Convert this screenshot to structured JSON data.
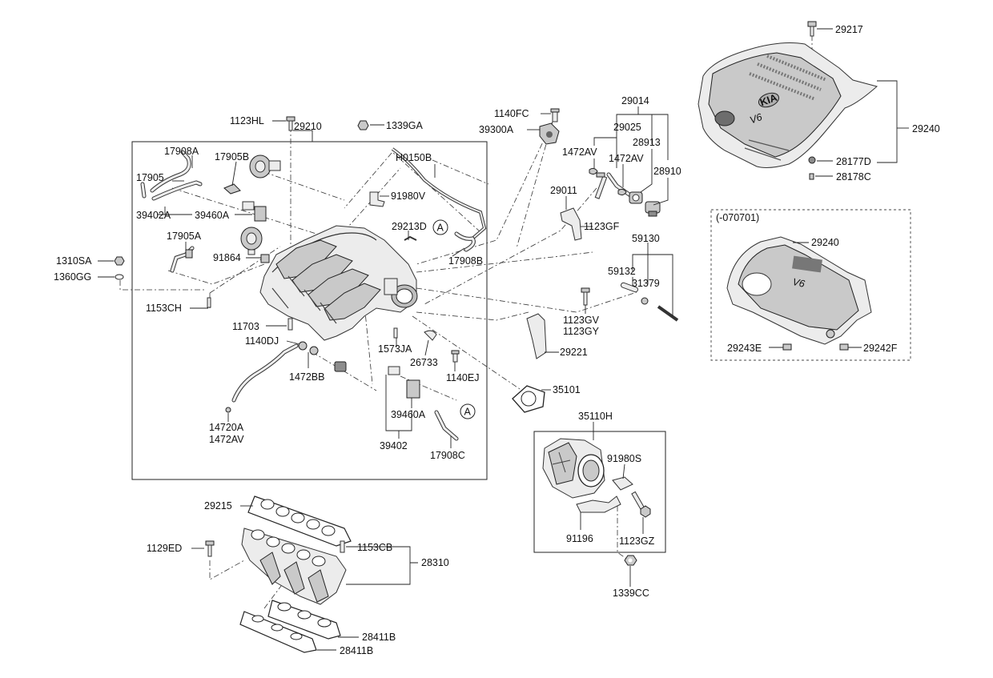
{
  "labels": {
    "l29217": "29217",
    "l29240a": "29240",
    "l28177D": "28177D",
    "l28178C": "28178C",
    "l29014": "29014",
    "l1140FC": "1140FC",
    "l39300A": "39300A",
    "l29025": "29025",
    "l1472AVa": "1472AV",
    "l1472AVb": "1472AV",
    "l28913": "28913",
    "l28910": "28910",
    "l1123HL": "1123HL",
    "l29210": "29210",
    "l1339GA": "1339GA",
    "l17908A": "17908A",
    "l17905B": "17905B",
    "lH0150B": "H0150B",
    "l17905": "17905",
    "l91980V": "91980V",
    "l39402A": "39402A",
    "l39460Aa": "39460A",
    "l29213D": "29213D",
    "l17905A": "17905A",
    "l91864": "91864",
    "l17908B": "17908B",
    "l29011": "29011",
    "l1123GF": "1123GF",
    "lMarkA1": "A",
    "lMarkA2": "A",
    "l1310SA": "1310SA",
    "l1360GG": "1360GG",
    "l1153CH": "1153CH",
    "l11703": "11703",
    "l1140DJ": "1140DJ",
    "l1573JA": "1573JA",
    "l26733": "26733",
    "l1472BB": "1472BB",
    "l1140EJ": "1140EJ",
    "l14720A": "14720A",
    "l1472AVc": "1472AV",
    "l39460Ab": "39460A",
    "l39402": "39402",
    "l17908C": "17908C",
    "l59130": "59130",
    "l59132": "59132",
    "l31379": "31379",
    "l1123GV": "1123GV",
    "l1123GY": "1123GY",
    "l29221": "29221",
    "l35101": "35101",
    "lVariant": "(-070701)",
    "l29240b": "29240",
    "l29243E": "29243E",
    "l29242F": "29242F",
    "l35110H": "35110H",
    "l91980S": "91980S",
    "l91196": "91196",
    "l1123GZ": "1123GZ",
    "l1339CC": "1339CC",
    "l29215": "29215",
    "l1129ED": "1129ED",
    "l1153CB": "1153CB",
    "l28310": "28310",
    "l28411Ba": "28411B",
    "l28411Bb": "28411B"
  },
  "cover_emblem": {
    "brand": "KIA",
    "engine": "V6"
  }
}
